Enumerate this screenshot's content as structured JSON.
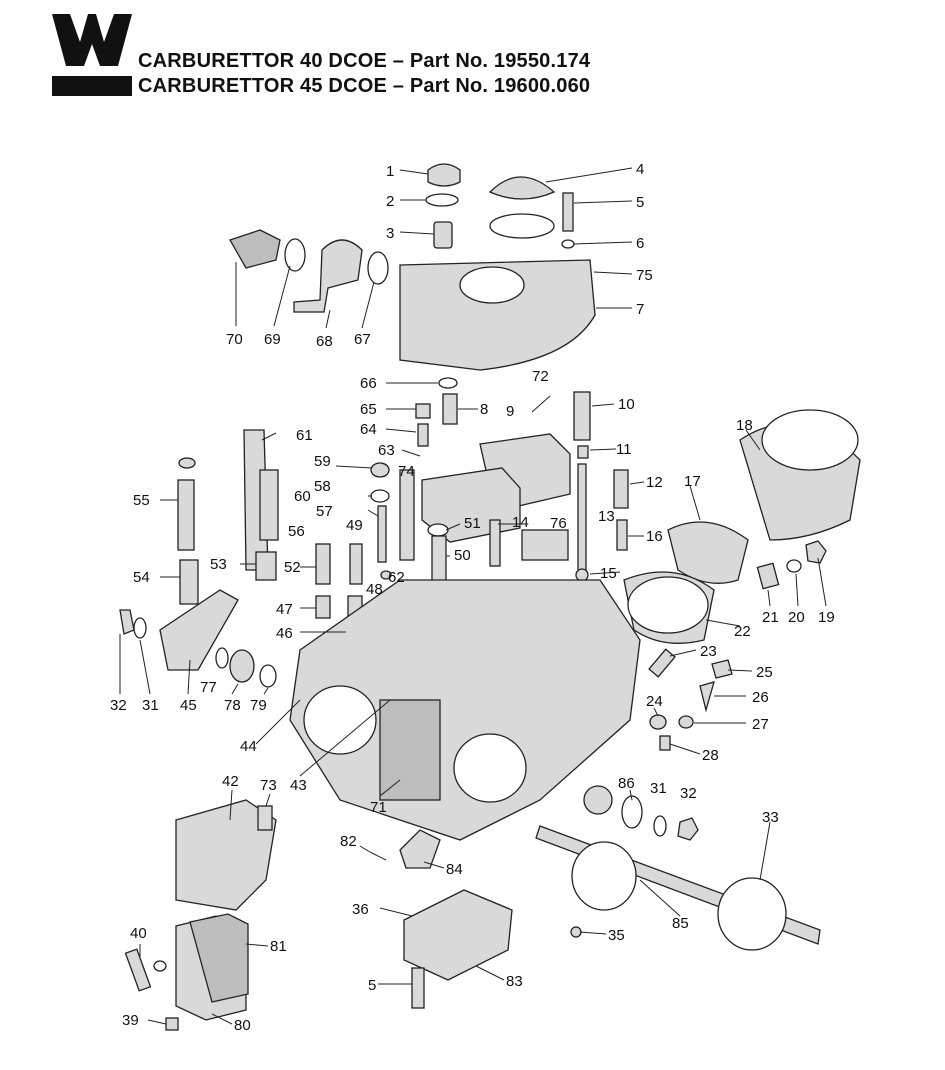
{
  "header": {
    "title_line1": "CARBURETTOR 40 DCOE – Part No. 19550.174",
    "title_line2": "CARBURETTOR 45 DCOE – Part No. 19600.060"
  },
  "logo": {
    "icon": "weber-w-logo",
    "color": "#111111"
  },
  "labels": [
    "1",
    "2",
    "3",
    "4",
    "5",
    "6",
    "75",
    "7",
    "70",
    "69",
    "68",
    "67",
    "66",
    "72",
    "65",
    "8",
    "9",
    "10",
    "64",
    "63",
    "11",
    "61",
    "59",
    "74",
    "18",
    "12",
    "58",
    "17",
    "57",
    "49",
    "51",
    "14",
    "76",
    "13",
    "16",
    "55",
    "60",
    "56",
    "52",
    "50",
    "15",
    "62",
    "53",
    "54",
    "48",
    "47",
    "46",
    "21",
    "20",
    "19",
    "22",
    "32",
    "31",
    "45",
    "77",
    "78",
    "79",
    "23",
    "25",
    "26",
    "24",
    "27",
    "28",
    "44",
    "43",
    "71",
    "86",
    "42",
    "73",
    "82",
    "84",
    "36",
    "35",
    "85",
    "33",
    "40",
    "81",
    "83",
    "39",
    "80"
  ]
}
